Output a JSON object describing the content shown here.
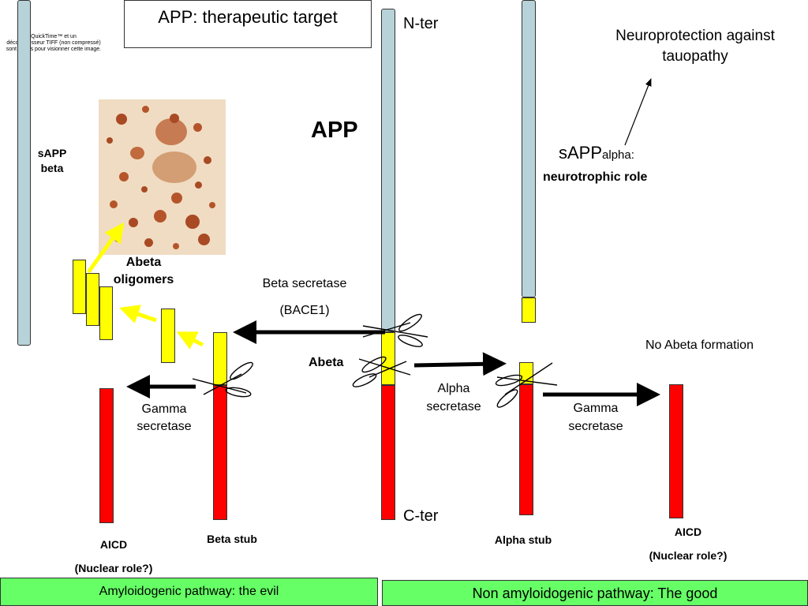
{
  "title": "APP: therapeutic target",
  "quicktime_notice": [
    "QuickTime™ et un",
    "décompresseur TIFF (non compressé)",
    "sont requis pour visionner cette image."
  ],
  "app_label": "APP",
  "n_ter": "N-ter",
  "c_ter": "C-ter",
  "neuroprotection": [
    "Neuroprotection against",
    "tauopathy"
  ],
  "sapp_alpha": {
    "main": "sAPP",
    "sub": "alpha:",
    "role": "neurotrophic role"
  },
  "sapp_beta": [
    "sAPP",
    "beta"
  ],
  "abeta_oligomers": [
    "Abeta",
    "oligomers"
  ],
  "beta_secretase": [
    "Beta secretase",
    "(BACE1)"
  ],
  "abeta": "Abeta",
  "alpha_secretase": [
    "Alpha",
    "secretase"
  ],
  "gamma_secretase_left": [
    "Gamma",
    "secretase"
  ],
  "gamma_secretase_right": [
    "Gamma",
    "secretase"
  ],
  "no_abeta": "No Abeta formation",
  "aicd_left": [
    "AICD",
    "(Nuclear role?)"
  ],
  "aicd_right": [
    "AICD",
    "(Nuclear role?)"
  ],
  "beta_stub": "Beta stub",
  "alpha_stub": "Alpha stub",
  "footer_left": "Amyloidogenic pathway: the evil",
  "footer_right": "Non amyloidogenic pathway: The good",
  "colors": {
    "blue": "#b7d3d9",
    "yellow": "#ffff00",
    "red": "#ff0000",
    "green": "#66ff66",
    "plaque": "#b5542a"
  }
}
